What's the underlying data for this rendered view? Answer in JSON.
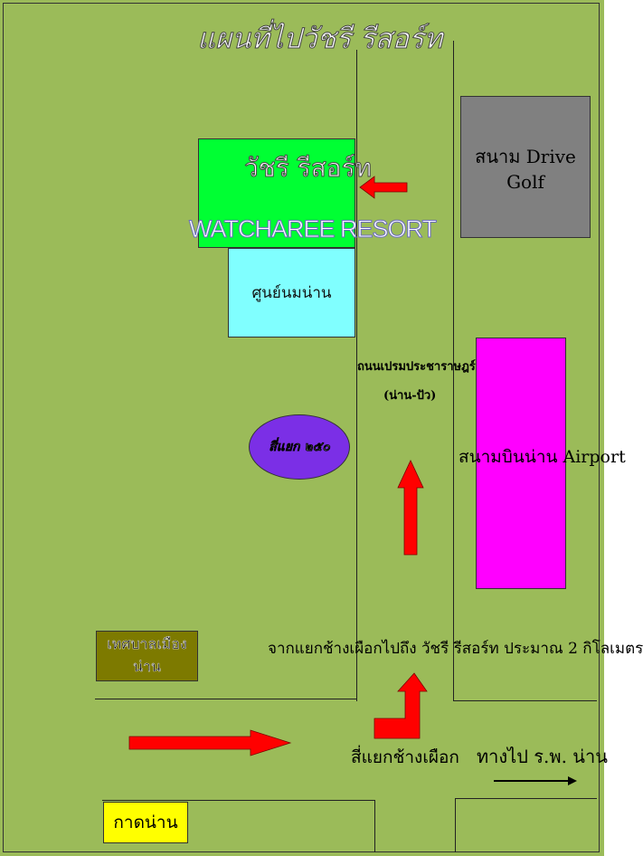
{
  "title": "แผนที่ไปวัชรี รีสอร์ท",
  "colors": {
    "background": "#9bbb59",
    "resort": "#00ff33",
    "center": "#80ffff",
    "golf": "#808080",
    "airport": "#ff00ff",
    "pond": "#7b2fe6",
    "municipality": "#7d7a00",
    "market": "#ffff00",
    "arrow": "#ff0000"
  },
  "places": {
    "resort_th": "วัชรี รีสอร์ท",
    "resort_en": "WATCHAREE RESORT",
    "center": "ศูนย์นมน่าน",
    "golf": "สนาม Drive Golf",
    "airport": "สนามบินน่าน Airport",
    "pond": "สี่แยก ๒๕๐",
    "municipality": "เทศบาลเมืองน่าน",
    "market": "กาดน่าน"
  },
  "road": {
    "name": "ถนนเปรมประชาราษฎร์",
    "route": "(น่าน-ปัว)"
  },
  "notes": {
    "distance": "จากแยกช้างเผือกไปถึง วัชรี รีสอร์ท ประมาณ 2 กิโลเมตร",
    "intersection": "สี่แยกช้างเผือก",
    "hospital": "ทางไป ร.พ. น่าน"
  },
  "icons": [
    "left-arrow-icon",
    "up-arrow-icon",
    "right-arrow-icon",
    "turn-up-arrow-icon",
    "thin-right-arrow-icon"
  ]
}
